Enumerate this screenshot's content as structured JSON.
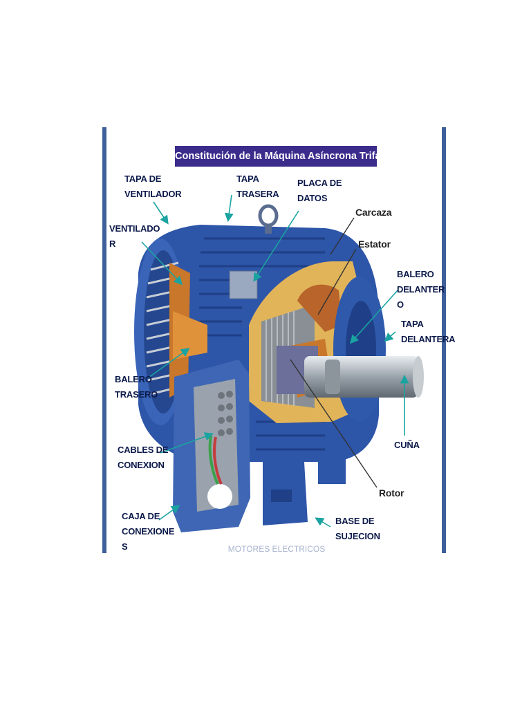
{
  "title": "Constitución de la Máquina  Asíncrona Trifásica",
  "footer": "MOTORES ELECTRICOS",
  "labels": {
    "tapa_ventilador": "TAPA  DE\nVENTILADOR",
    "tapa_trasera": "TAPA\nTRASERA",
    "placa_datos": "PLACA DE\nDATOS",
    "carcaza": "Carcaza",
    "estator": "Estator",
    "ventilador": "VENTILADO\nR",
    "balero_delantero": "BALERO\nDELANTER\nO",
    "tapa_delantera": "TAPA\nDELANTERA",
    "balero_trasero": "BALERO\nTRASERO",
    "cuna": "CUÑA",
    "cables_conexion": "CABLES DE\nCONEXION",
    "rotor": "Rotor",
    "caja_conexiones": "CAJA DE\nCONEXIONE\nS",
    "base_sujecion": "BASE DE\nSUJECION"
  },
  "colors": {
    "frame_border": "#3f5f9a",
    "title_bg": "#3b2c8c",
    "motor_blue": "#2d55a8",
    "copper": "#c9772a",
    "arrow_teal": "#1aa3a0"
  }
}
